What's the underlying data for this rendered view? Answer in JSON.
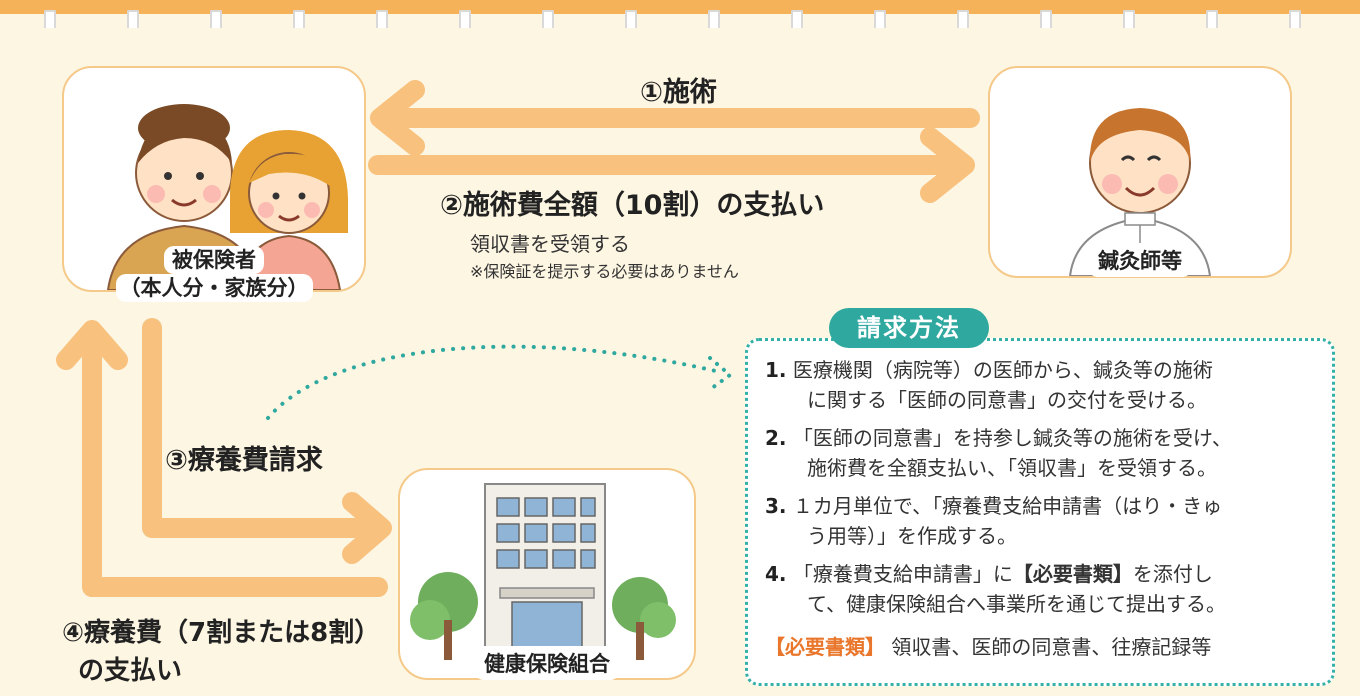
{
  "nodes": {
    "insured_line1": "被保険者",
    "insured_line2": "（本人分・家族分）",
    "practitioner": "鍼灸師等",
    "union": "健康保険組合"
  },
  "flows": {
    "step1": "①施術",
    "step2": "②施術費全額（10割）の支払い",
    "step2_note1": "領収書を受領する",
    "step2_note2": "※保険証を提示する必要はありません",
    "step3": "③療養費請求",
    "step4_line1": "④療養費（7割または8割）",
    "step4_line2": "の支払い"
  },
  "method": {
    "title": "請求方法",
    "steps": [
      {
        "num": "1.",
        "line1": "医療機関（病院等）の医師から、鍼灸等の施術",
        "line2": "に関する「医師の同意書」の交付を受ける。"
      },
      {
        "num": "2.",
        "line1": "「医師の同意書」を持参し鍼灸等の施術を受け、",
        "line2": "施術費を全額支払い、「領収書」を受領する。"
      },
      {
        "num": "3.",
        "line1": "１カ月単位で、「療養費支給申請書（はり・きゅ",
        "line2": "う用等）」を作成する。"
      },
      {
        "num": "4.",
        "line1_pre": "「療養費支給申請書」に",
        "line1_req": "【必要書類】",
        "line1_post": "を添付し",
        "line2": "て、健康保険組合へ事業所を通じて提出する。"
      }
    ],
    "required_label": "【必要書類】",
    "required_items": "領収書、医師の同意書、往療記録等"
  },
  "colors": {
    "background": "#fdf6e3",
    "top_bar": "#f6b259",
    "arrow": "#f8c17e",
    "card_border": "#f5c989",
    "accent_teal": "#2fa89f",
    "required_orange": "#e9762b"
  }
}
